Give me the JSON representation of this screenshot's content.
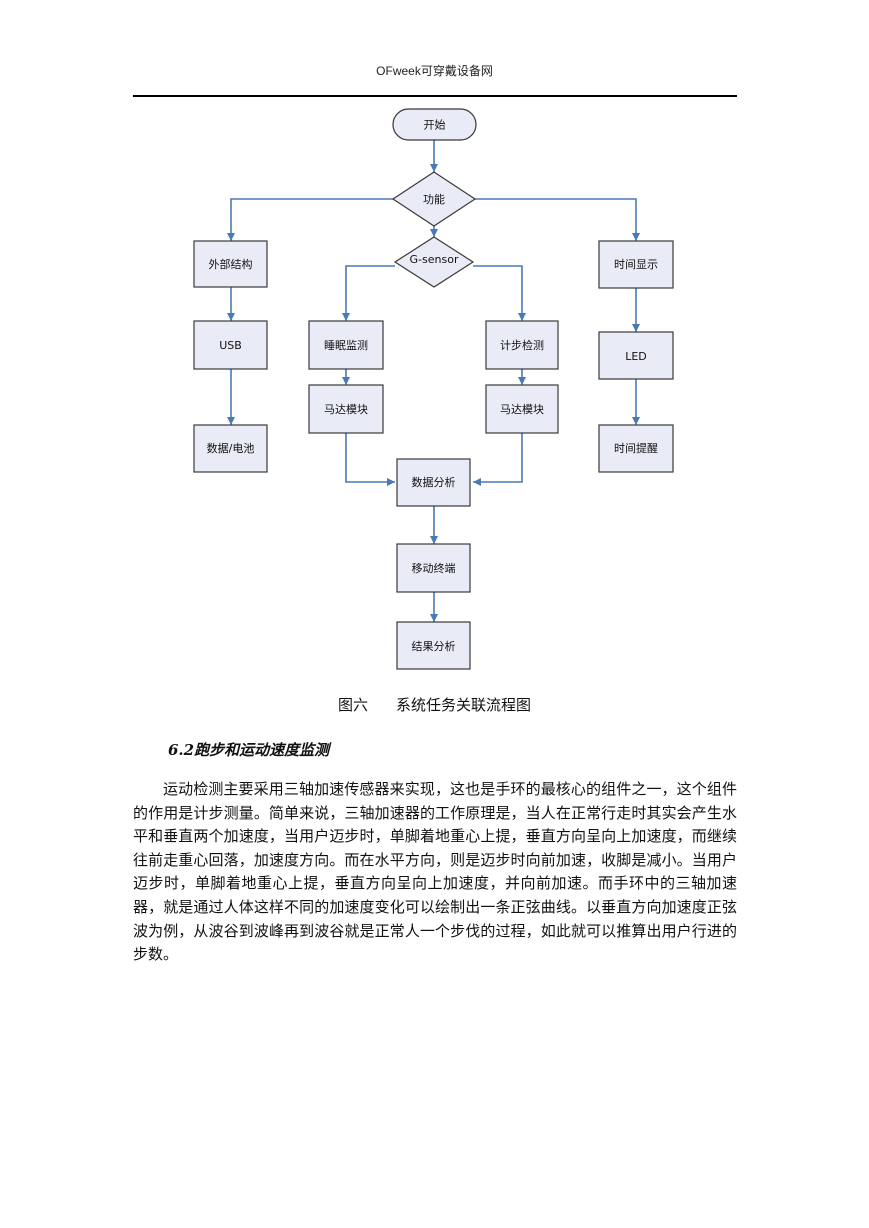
{
  "header": {
    "site": "OFweek可穿戴设备网"
  },
  "flowchart": {
    "start": "开始",
    "function": "功能",
    "gsensor": "G-sensor",
    "external_structure": "外部结构",
    "usb": "USB",
    "data_battery": "数据/电池",
    "sleep_monitor": "睡眠监测",
    "motor_left": "马达模块",
    "step_detect": "计步检测",
    "motor_right": "马达模块",
    "time_display": "时间显示",
    "led": "LED",
    "time_reminder": "时间提醒",
    "data_analysis": "数据分析",
    "mobile_terminal": "移动终端",
    "result_analysis": "结果分析"
  },
  "caption": {
    "label": "图六",
    "text": "系统任务关联流程图"
  },
  "section": {
    "title": "6.2跑步和运动速度监测"
  },
  "body": {
    "paragraph": "运动检测主要采用三轴加速传感器来实现，这也是手环的最核心的组件之一，这个组件的作用是计步测量。简单来说，三轴加速器的工作原理是，当人在正常行走时其实会产生水平和垂直两个加速度，当用户迈步时，单脚着地重心上提，垂直方向呈向上加速度，而继续往前走重心回落，加速度方向。而在水平方向，则是迈步时向前加速，收脚是减小。当用户迈步时，单脚着地重心上提，垂直方向呈向上加速度，并向前加速。而手环中的三轴加速器，就是通过人体这样不同的加速度变化可以绘制出一条正弦曲线。以垂直方向加速度正弦波为例，从波谷到波峰再到波谷就是正常人一个步伐的过程，如此就可以推算出用户行进的步数。"
  }
}
